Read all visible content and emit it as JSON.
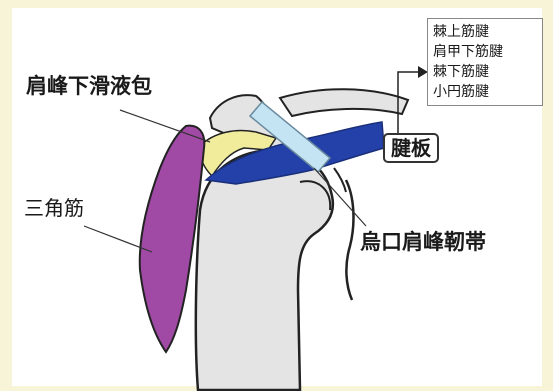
{
  "labels": {
    "subacromial_bursa": "肩峰下滑液包",
    "deltoid": "三角筋",
    "coracoacromial_ligament": "烏口肩峰靭帯",
    "rotator_cuff_tendon": "腱板"
  },
  "rotator_cuff_muscles": [
    "棘上筋腱",
    "肩甲下筋腱",
    "棘下筋腱",
    "小円筋腱"
  ],
  "colors": {
    "background": "#f7f4d8",
    "deltoid": "#a04aa6",
    "tendon": "#2341a8",
    "bursa": "#f0ec9c",
    "ligament": "#c4e4f4",
    "bone": "#e4e4e4"
  }
}
